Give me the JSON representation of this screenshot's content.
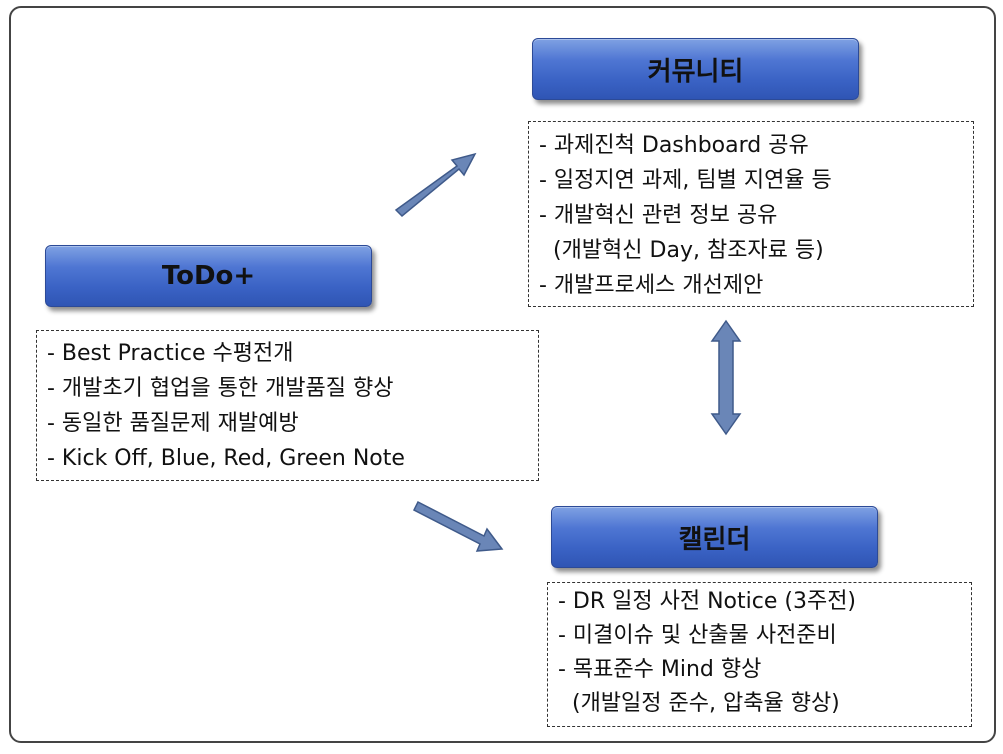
{
  "nodes": {
    "todo": {
      "title": "ToDo+",
      "items": [
        "- Best Practice 수평전개",
        "- 개발초기 협업을 통한 개발품질 향상",
        "- 동일한 품질문제 재발예방",
        "- Kick Off, Blue, Red, Green Note"
      ]
    },
    "community": {
      "title": "커뮤니티",
      "items": [
        "- 과제진척 Dashboard 공유",
        "- 일정지연 과제, 팀별 지연율 등",
        "- 개발혁신 관련 정보 공유",
        "  (개발혁신 Day, 참조자료 등)",
        "- 개발프로세스 개선제안"
      ]
    },
    "calendar": {
      "title": "캘린더",
      "items": [
        "- DR 일정 사전 Notice (3주전)",
        "- 미결이슈 및 산출물 사전준비",
        "- 목표준수 Mind 향상",
        "  (개발일정 준수, 압축율 향상)"
      ]
    }
  },
  "colors": {
    "node_fill": "#3a62c4",
    "arrow_fill": "#6a86b7",
    "arrow_stroke": "#3f5a8a"
  }
}
